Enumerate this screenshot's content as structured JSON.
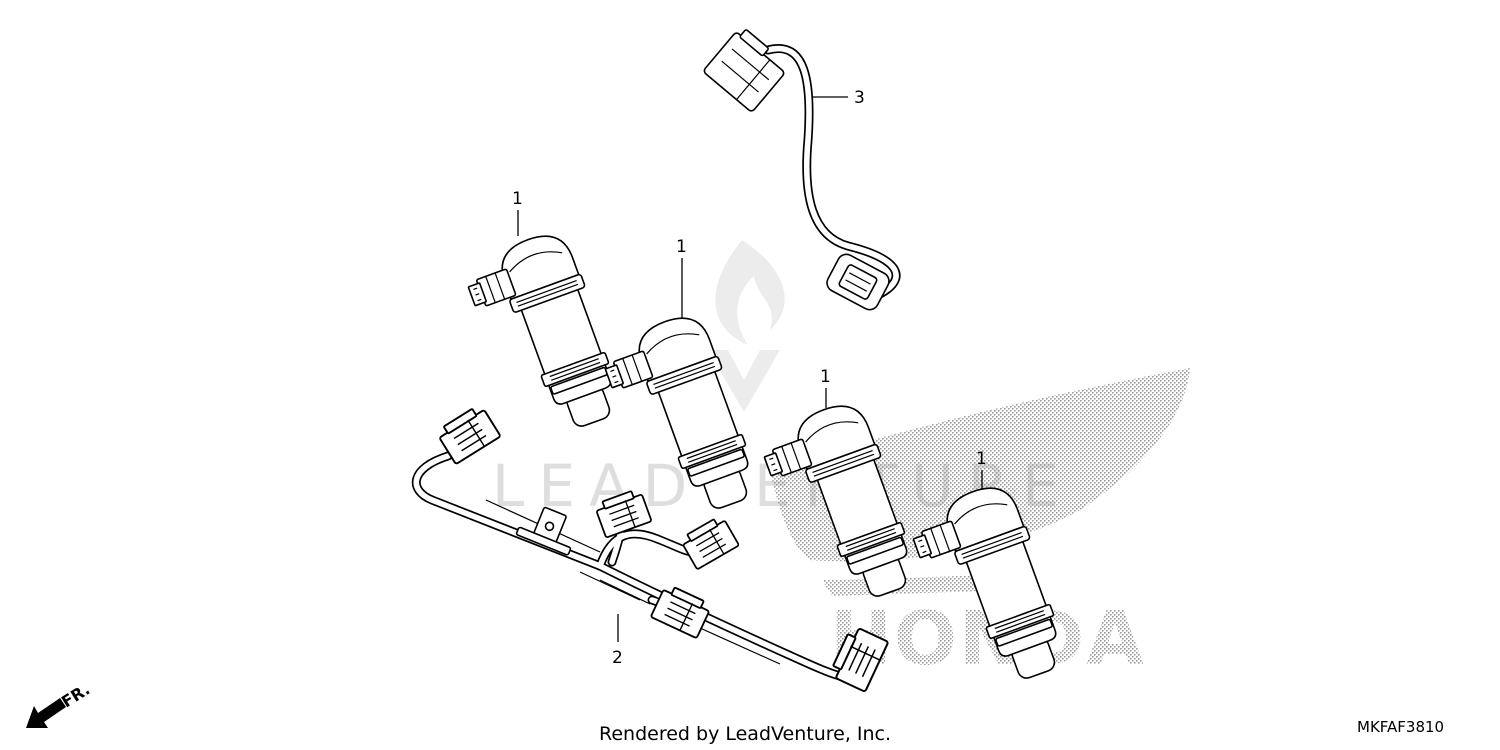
{
  "diagram": {
    "callouts": [
      {
        "id": "coil-a",
        "label": "1"
      },
      {
        "id": "coil-b",
        "label": "1"
      },
      {
        "id": "coil-c",
        "label": "1"
      },
      {
        "id": "coil-d",
        "label": "1"
      },
      {
        "id": "harness",
        "label": "2"
      },
      {
        "id": "sub-cord",
        "label": "3"
      }
    ],
    "direction_marker": "FR.",
    "credit": "Rendered by LeadVenture, Inc.",
    "figure_code": "MKFAF3810",
    "watermark_brand": "HONDA",
    "watermark_text": "LEADVENTURE"
  }
}
